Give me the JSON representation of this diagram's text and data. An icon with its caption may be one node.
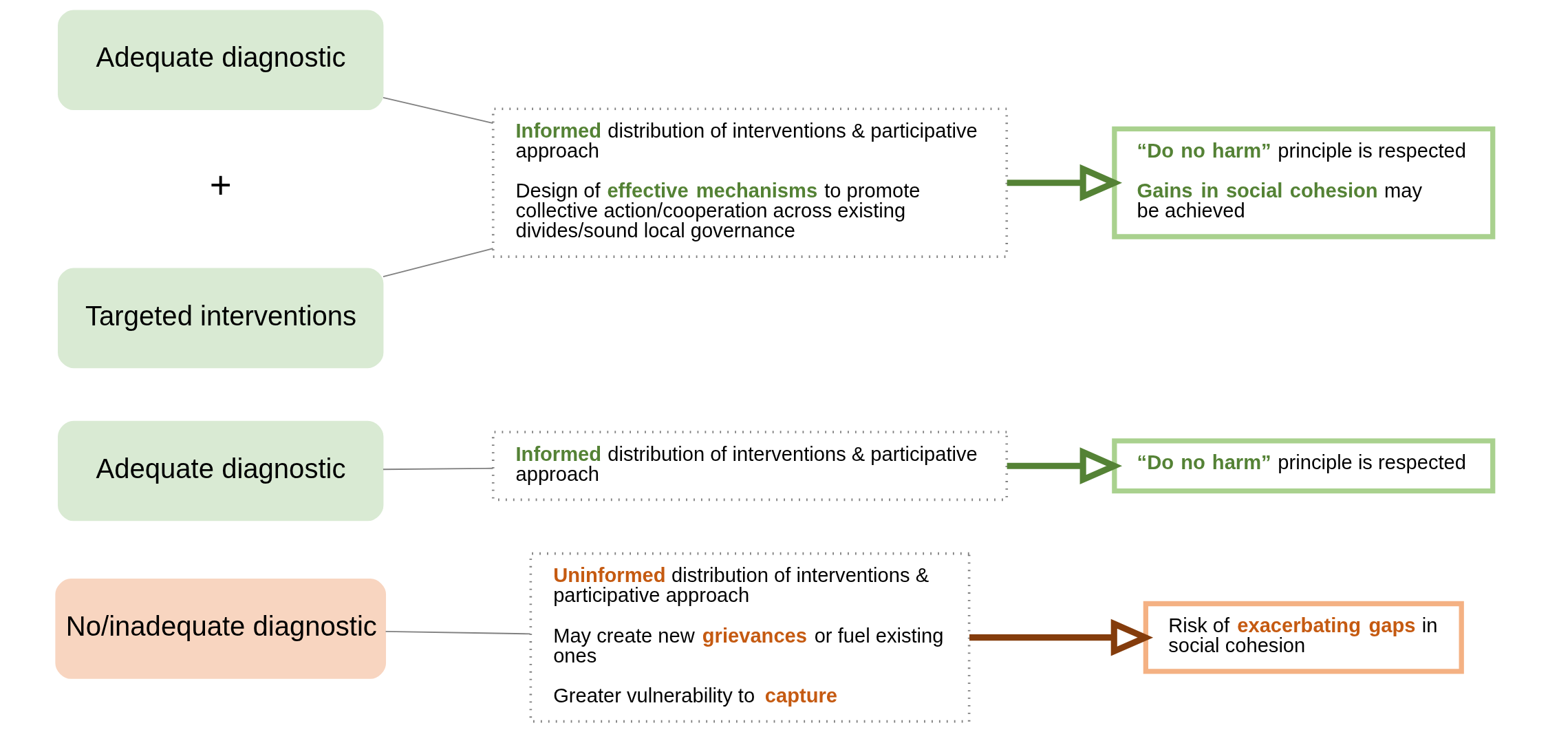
{
  "diagram": {
    "nodes": [
      {
        "text": [
          "Adequate diagnostic"
        ]
      },
      {
        "text": [
          "Targeted interventions"
        ]
      },
      {
        "text": [
          "**Informed** distribution of interventions & participative approach",
          "Design of **effective mechanisms** to promote collective action/cooperation across existing divides/sound local governance"
        ]
      },
      {
        "text": [
          "**“Do no harm”** principle is respected",
          "**Gains in social cohesion** may be achieved"
        ]
      },
      {
        "text": [
          "Adequate diagnostic"
        ]
      },
      {
        "text": [
          "**Informed** distribution of interventions & participative approach"
        ]
      },
      {
        "text": [
          "**“Do no harm”** principle is respected"
        ]
      },
      {
        "text": [
          "No/inadequate diagnostic"
        ]
      },
      {
        "text": [
          "**Uninformed** distribution of interventions & participative approach",
          "May create new **grievances** or fuel existing ones",
          "Greater vulnerability to **capture**"
        ]
      },
      {
        "text": [
          "Risk of **exacerbating gaps** in social cohesion"
        ]
      }
    ],
    "edges": [
      {
        "from": 0,
        "to": 2,
        "arrow": "none"
      },
      {
        "from": 1,
        "to": 2,
        "arrow": "none"
      },
      {
        "from": 2,
        "to": 3,
        "arrow": "to",
        "style": "thick"
      },
      {
        "from": 4,
        "to": 5,
        "arrow": "none"
      },
      {
        "from": 5,
        "to": 6,
        "arrow": "to",
        "style": "thick"
      },
      {
        "from": 7,
        "to": 8,
        "arrow": "none"
      },
      {
        "from": 8,
        "to": 9,
        "arrow": "to",
        "style": "thick",
        "color": "#843c0c"
      }
    ],
    "labels": [
      "+"
    ]
  }
}
